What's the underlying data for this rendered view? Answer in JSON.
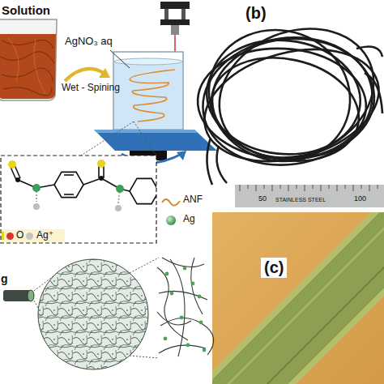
{
  "diagram": {
    "labels": [
      "Solution",
      "AgNO₃ aq",
      "Wet - Spining",
      "(b)",
      "50",
      "STAINLESS STEEL",
      "100",
      "(c)",
      "g"
    ],
    "legend": [
      {
        "text": "ANF"
      },
      {
        "text": "Ag"
      },
      {
        "text": "O",
        "color": "#d9342b"
      },
      {
        "text": "Ag⁺",
        "color": "#c4c4c4"
      }
    ]
  }
}
